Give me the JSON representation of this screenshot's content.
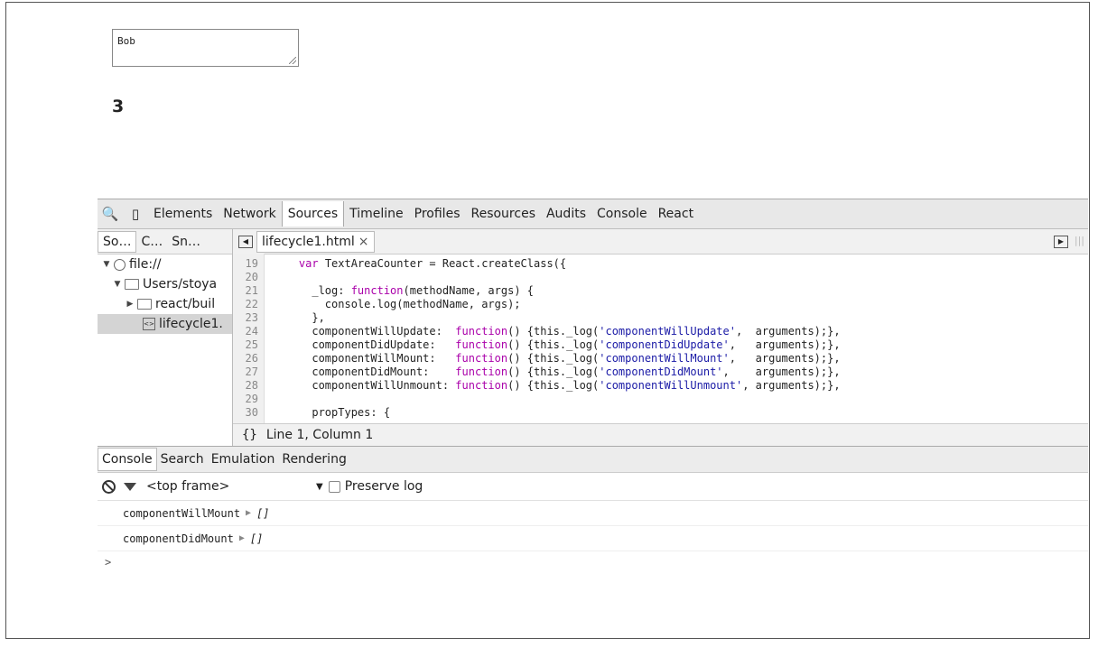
{
  "page": {
    "textarea_value": "Bob",
    "counter": "3"
  },
  "devtools": {
    "tabs": [
      "Elements",
      "Network",
      "Sources",
      "Timeline",
      "Profiles",
      "Resources",
      "Audits",
      "Console",
      "React"
    ],
    "active_tab": "Sources",
    "navigator": {
      "tabs": [
        "So…",
        "C…",
        "Sn…"
      ],
      "tree": [
        {
          "label": "file://",
          "icon": "globe-icon",
          "level": 0,
          "expanded": true
        },
        {
          "label": "Users/stoya",
          "icon": "folder-icon",
          "level": 1,
          "expanded": true
        },
        {
          "label": "react/buil",
          "icon": "folder-icon",
          "level": 2,
          "expanded": false
        },
        {
          "label": "lifecycle1.",
          "icon": "html-file-icon",
          "level": 3,
          "selected": true
        }
      ]
    },
    "editor": {
      "file_tab": "lifecycle1.html",
      "close": "×",
      "lines": [
        {
          "n": "19",
          "text": "    var TextAreaCounter = React.createClass({"
        },
        {
          "n": "20",
          "text": ""
        },
        {
          "n": "21",
          "text": "      _log: function(methodName, args) {"
        },
        {
          "n": "22",
          "text": "        console.log(methodName, args);"
        },
        {
          "n": "23",
          "text": "      },"
        },
        {
          "n": "24",
          "text": "      componentWillUpdate:  function() {this._log('componentWillUpdate',  arguments);},"
        },
        {
          "n": "25",
          "text": "      componentDidUpdate:   function() {this._log('componentDidUpdate',   arguments);},"
        },
        {
          "n": "26",
          "text": "      componentWillMount:   function() {this._log('componentWillMount',   arguments);},"
        },
        {
          "n": "27",
          "text": "      componentDidMount:    function() {this._log('componentDidMount',    arguments);},"
        },
        {
          "n": "28",
          "text": "      componentWillUnmount: function() {this._log('componentWillUnmount', arguments);},"
        },
        {
          "n": "29",
          "text": ""
        },
        {
          "n": "30",
          "text": "      propTypes: {"
        }
      ],
      "status": "Line 1, Column 1",
      "braces": "{}"
    },
    "console": {
      "tabs": [
        "Console",
        "Search",
        "Emulation",
        "Rendering"
      ],
      "frame": "<top frame>",
      "preserve_log": "Preserve log",
      "messages": [
        {
          "name": "componentWillMount",
          "value": "[]"
        },
        {
          "name": "componentDidMount",
          "value": "[]"
        }
      ],
      "prompt": ">"
    }
  }
}
